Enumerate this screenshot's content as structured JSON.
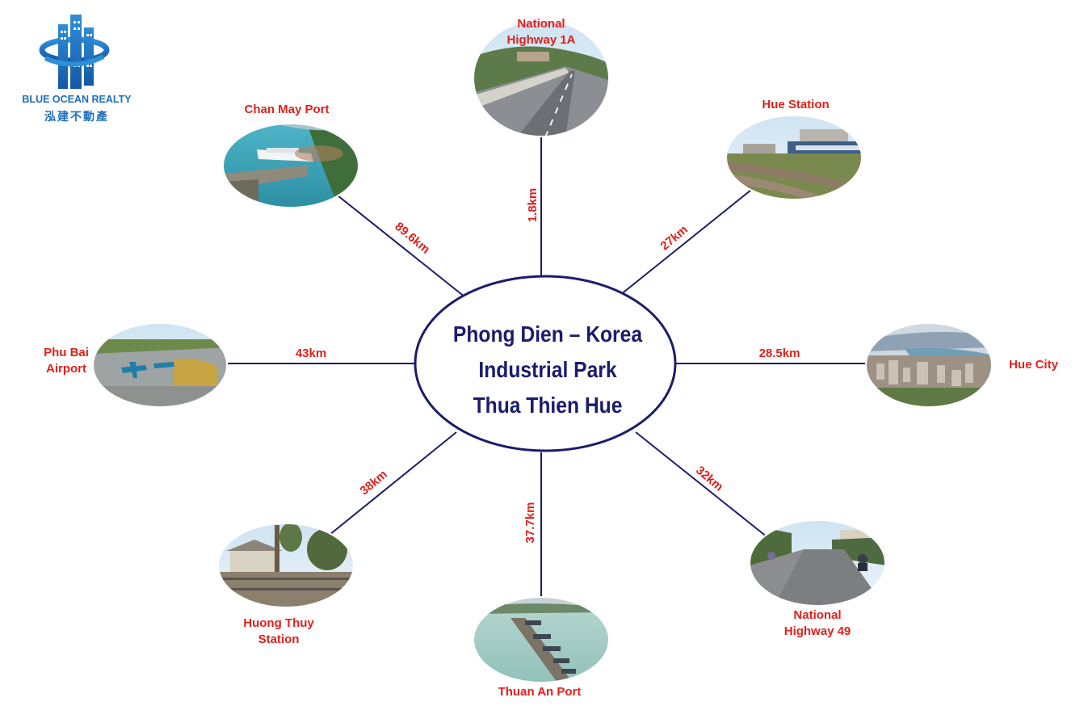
{
  "brand": {
    "name": "BLUE OCEAN REALTY",
    "subtitle": "泓建不動產",
    "color": "#1d6fb8"
  },
  "center": {
    "lines": [
      "Phong Dien – Korea",
      "Industrial Park",
      "Thua Thien Hue"
    ],
    "text_color": "#1b1c6b"
  },
  "destinations": [
    {
      "name": "National\nHighway 1A",
      "distance": "1.8km",
      "photo": "highway-road",
      "direction": "top"
    },
    {
      "name": "Hue Station",
      "distance": "27km",
      "photo": "railway-station",
      "direction": "top-right"
    },
    {
      "name": "Hue City",
      "distance": "28.5km",
      "photo": "city-aerial",
      "direction": "right"
    },
    {
      "name": "National\nHighway 49",
      "distance": "32km",
      "photo": "rural-road",
      "direction": "bottom-right"
    },
    {
      "name": "Thuan An Port",
      "distance": "37.7km",
      "photo": "harbor-pier",
      "direction": "bottom"
    },
    {
      "name": "Huong Thuy\nStation",
      "distance": "38km",
      "photo": "small-station",
      "direction": "bottom-left"
    },
    {
      "name": "Phu Bai\nAirport",
      "distance": "43km",
      "photo": "airport-planes",
      "direction": "left"
    },
    {
      "name": "Chan May Port",
      "distance": "89.6km",
      "photo": "cruise-port",
      "direction": "top-left"
    }
  ],
  "colors": {
    "label": "#e0201b",
    "line": "#1b1c6b"
  }
}
